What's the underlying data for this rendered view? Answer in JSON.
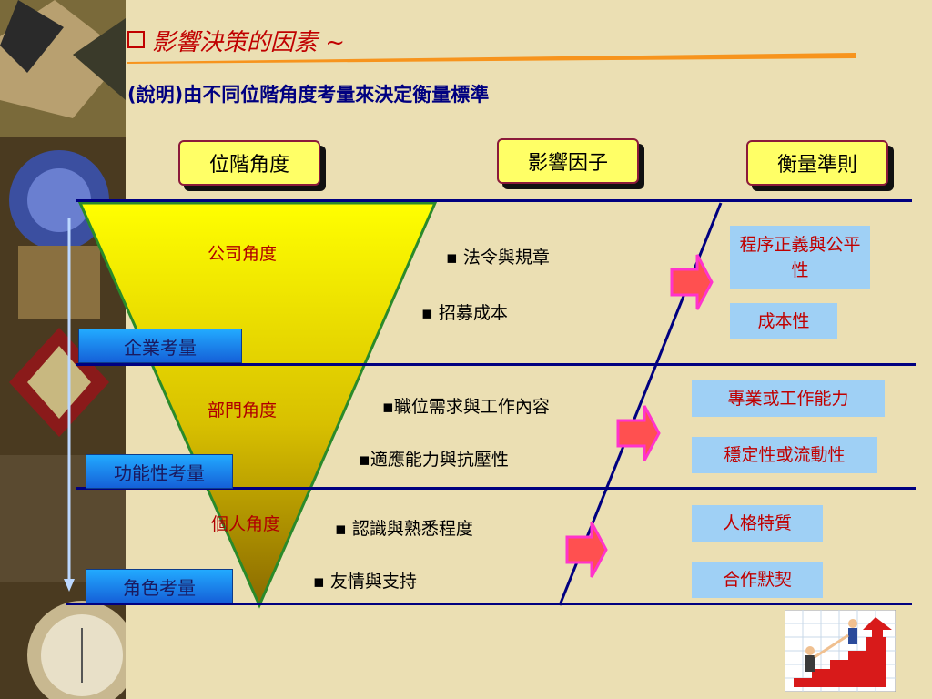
{
  "title": "影響決策的因素 ~",
  "subtitle": "(說明)由不同位階角度考量來決定衡量標準",
  "headers": [
    "位階角度",
    "影響因子",
    "衡量準則"
  ],
  "levels": [
    "公司角度",
    "部門角度",
    "個人角度"
  ],
  "factors": [
    "▪ 法令與規章",
    "▪ 招募成本",
    "▪職位需求與工作內容",
    "▪適應能力與抗壓性",
    "▪ 認識與熟悉程度",
    "▪ 友情與支持"
  ],
  "tags": [
    "企業考量",
    "功能性考量",
    "角色考量"
  ],
  "criteria": [
    "程序正義與公平性",
    "成本性",
    "專業或工作能力",
    "穩定性或流動性",
    "人格特質",
    "合作默契"
  ],
  "colors": {
    "title": "#c00000",
    "subtitle": "#000080",
    "line": "#000080",
    "header_bg": "#ffff66",
    "criteria_bg": "#9fd0f5",
    "arrow": "#ff33cc"
  },
  "icons": {
    "title_bullet": "checkbox-bullet-icon",
    "arrows": "right-arrow-icon",
    "down_arrow": "down-arrow-icon",
    "corner": "business-climb-clipart-icon"
  }
}
